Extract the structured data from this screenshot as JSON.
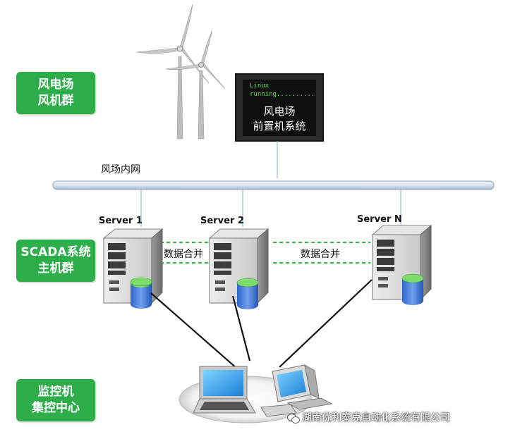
{
  "layers": {
    "wind_farm": {
      "line1": "风电场",
      "line2": "风机群"
    },
    "scada": {
      "line1": "SCADA系统",
      "line2": "主机群"
    },
    "monitor": {
      "line1": "监控机",
      "line2": "集控中心"
    }
  },
  "front_end": {
    "code_line1": "Linux",
    "code_line2": "running..........",
    "title_line1": "风电场",
    "title_line2": "前置机系统"
  },
  "network_label": "风场内网",
  "servers": [
    "Server 1",
    "Server 2",
    "Server N"
  ],
  "merge_labels": [
    "数据合并",
    "数据合并"
  ],
  "watermark": "湖南优利泰克自动化系统有限公司",
  "colors": {
    "label_green": "#2dae4a",
    "link_dash": "#2fb34a",
    "network_bar": "#dfe8f4"
  }
}
